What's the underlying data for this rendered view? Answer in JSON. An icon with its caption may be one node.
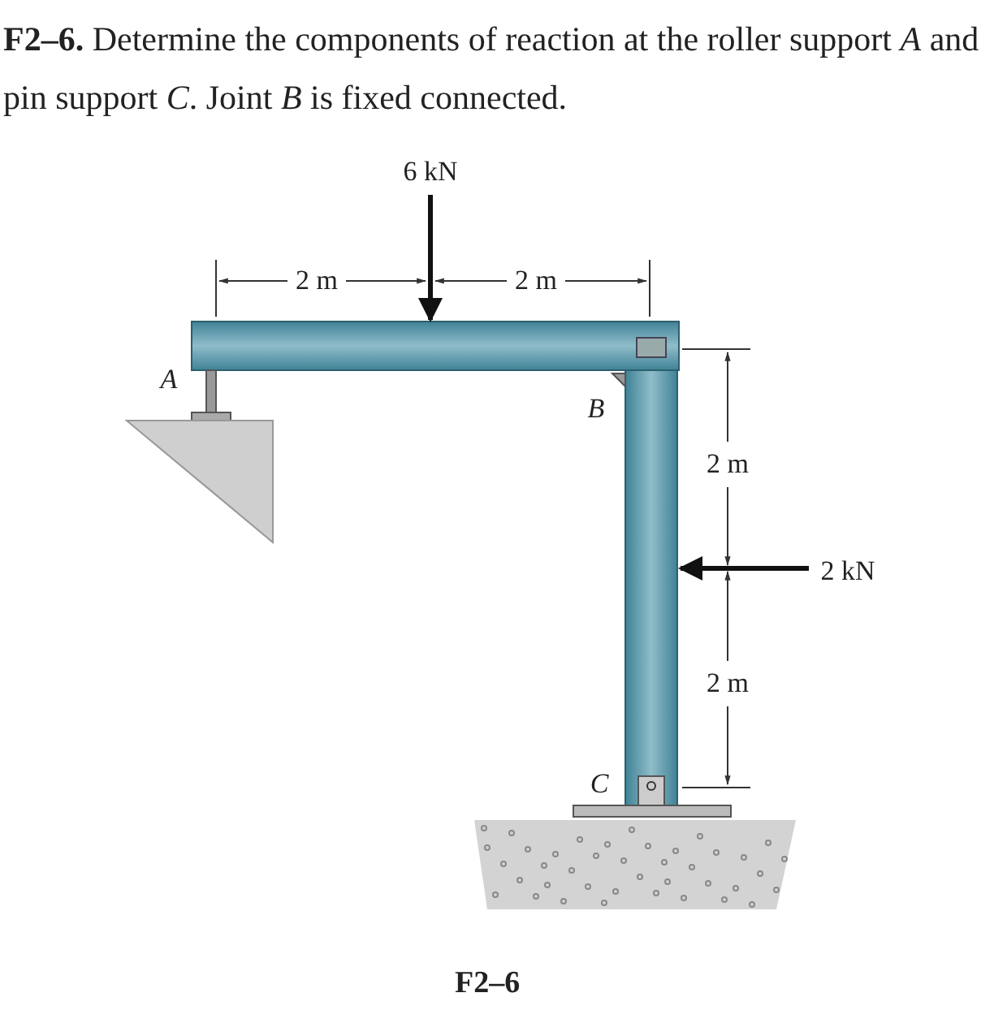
{
  "diagram": {
    "title": "**F2–6.** Determine the components of reaction at the roller support *A* and pin support *C*. Joint *B* is fixed connected.",
    "caption": "F2–6",
    "labels": [
      "6 kN",
      "2 m",
      "2 m",
      "A",
      "B",
      "2 m",
      "2 kN",
      "2 m",
      "C"
    ]
  }
}
